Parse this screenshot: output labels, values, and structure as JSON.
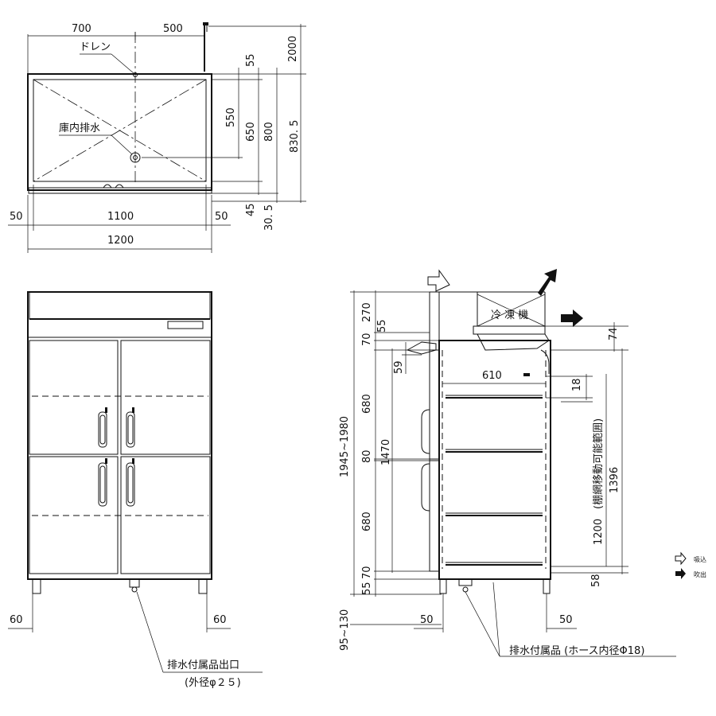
{
  "top_view": {
    "dim_700": "700",
    "dim_500": "500",
    "dim_2000": "2000",
    "drain_label": "ドレン",
    "inner_drain_label": "庫内排水",
    "dim_55": "55",
    "dim_550": "550",
    "dim_650": "650",
    "dim_800": "800",
    "dim_830_5": "830. 5",
    "dim_45": "45",
    "dim_30_5": "30. 5",
    "dim_50_left": "50",
    "dim_1100": "1100",
    "dim_50_right": "50",
    "dim_1200": "1200"
  },
  "front_view": {
    "dim_60_left": "60",
    "dim_60_right": "60",
    "outlet_label": "排水付属品出口",
    "outlet_dia": "(外径φ２５)"
  },
  "side_view": {
    "refrigerator_label": "冷 凍 機",
    "dim_270": "270",
    "dim_55_top": "55",
    "dim_70_top": "70",
    "dim_74": "74",
    "dim_59": "59",
    "dim_610": "610",
    "dim_18": "18",
    "dim_680_top": "680",
    "dim_1470": "1470",
    "dim_1945_1980": "1945~1980",
    "dim_80": "80",
    "dim_680_bottom": "680",
    "dim_70_bottom": "70",
    "dim_55_bottom": "55",
    "dim_95_130": "95~130",
    "dim_1396": "1396",
    "shelf_range": "(棚網移動可能範囲)",
    "dim_1200": "1200",
    "dim_58": "58",
    "dim_50_left": "50",
    "dim_50_right": "50",
    "hose_label": "排水付属品 (ホース内径Φ18)"
  },
  "legend": {
    "intake": "吸込",
    "exhaust": "吹出"
  }
}
